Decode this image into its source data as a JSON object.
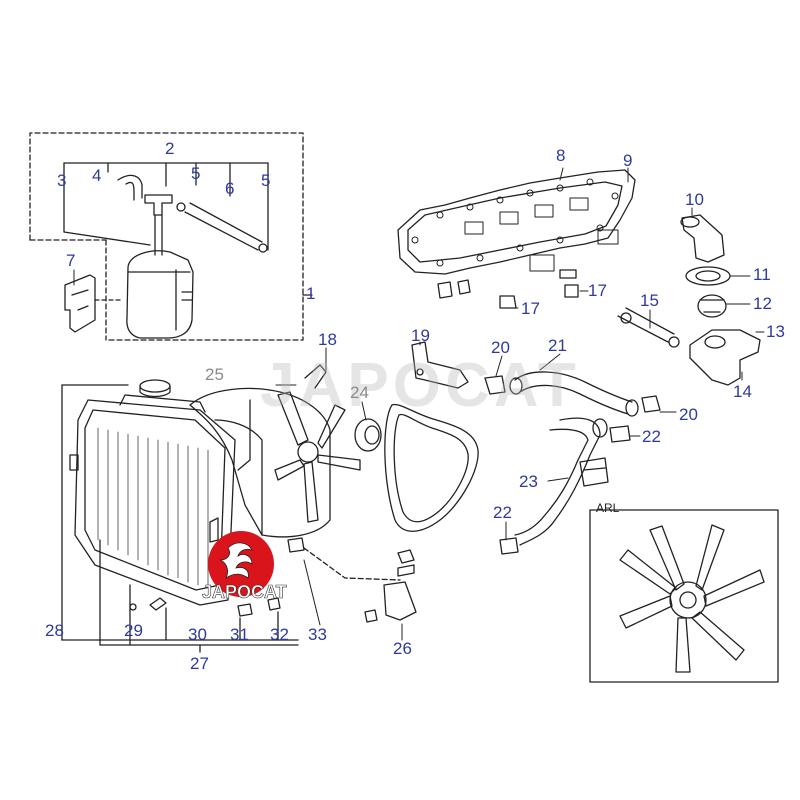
{
  "diagram": {
    "callouts": [
      "1",
      "2",
      "3",
      "4",
      "5",
      "5",
      "6",
      "7",
      "8",
      "9",
      "10",
      "11",
      "12",
      "13",
      "14",
      "15",
      "17",
      "17",
      "18",
      "19",
      "20",
      "20",
      "21",
      "22",
      "22",
      "23",
      "24",
      "25",
      "26",
      "27",
      "28",
      "29",
      "30",
      "31",
      "32",
      "33"
    ],
    "inset_label": "ARL",
    "watermark": "JAPOCAT",
    "logo_text": "JAPOCAT"
  },
  "colors": {
    "callout": "#2f3a9b",
    "line": "#222222",
    "logo_red": "#d9141b"
  }
}
